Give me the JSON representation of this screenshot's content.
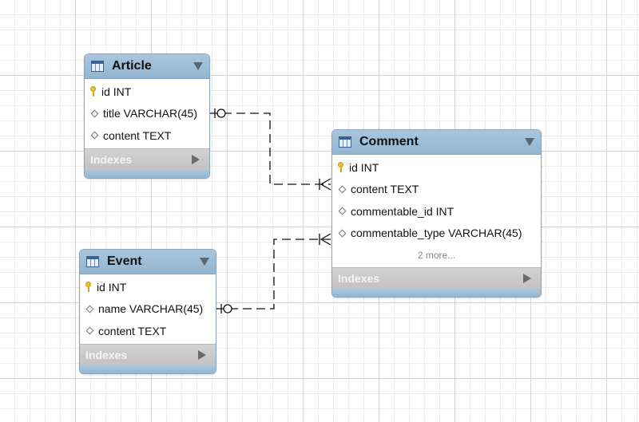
{
  "canvas": {
    "background": "#ffffff",
    "grid_color": "#d4d4d4"
  },
  "colors": {
    "header": "#a9c6dd",
    "indexes_bar": "#c8c8c8",
    "key": "#f2c12e",
    "connector": "#111111"
  },
  "entities": {
    "article": {
      "name": "Article",
      "columns": [
        {
          "label": "id INT",
          "icon": "primary-key-icon"
        },
        {
          "label": "title VARCHAR(45)",
          "icon": "column-diamond-icon"
        },
        {
          "label": "content TEXT",
          "icon": "column-diamond-icon"
        }
      ],
      "indexes_label": "Indexes"
    },
    "comment": {
      "name": "Comment",
      "columns": [
        {
          "label": "id INT",
          "icon": "primary-key-icon"
        },
        {
          "label": "content TEXT",
          "icon": "column-diamond-icon"
        },
        {
          "label": "commentable_id INT",
          "icon": "column-diamond-icon"
        },
        {
          "label": "commentable_type VARCHAR(45)",
          "icon": "column-diamond-icon"
        }
      ],
      "more_label": "2 more...",
      "indexes_label": "Indexes"
    },
    "event": {
      "name": "Event",
      "columns": [
        {
          "label": "id INT",
          "icon": "primary-key-icon"
        },
        {
          "label": "name VARCHAR(45)",
          "icon": "column-diamond-icon"
        },
        {
          "label": "content TEXT",
          "icon": "column-diamond-icon"
        }
      ],
      "indexes_label": "Indexes"
    }
  },
  "relationships": [
    {
      "from": "Article",
      "to": "Comment",
      "from_cardinality": "zero-or-one",
      "to_cardinality": "one-or-many",
      "style": "dashed"
    },
    {
      "from": "Event",
      "to": "Comment",
      "from_cardinality": "zero-or-one",
      "to_cardinality": "one-or-many",
      "style": "dashed"
    }
  ]
}
